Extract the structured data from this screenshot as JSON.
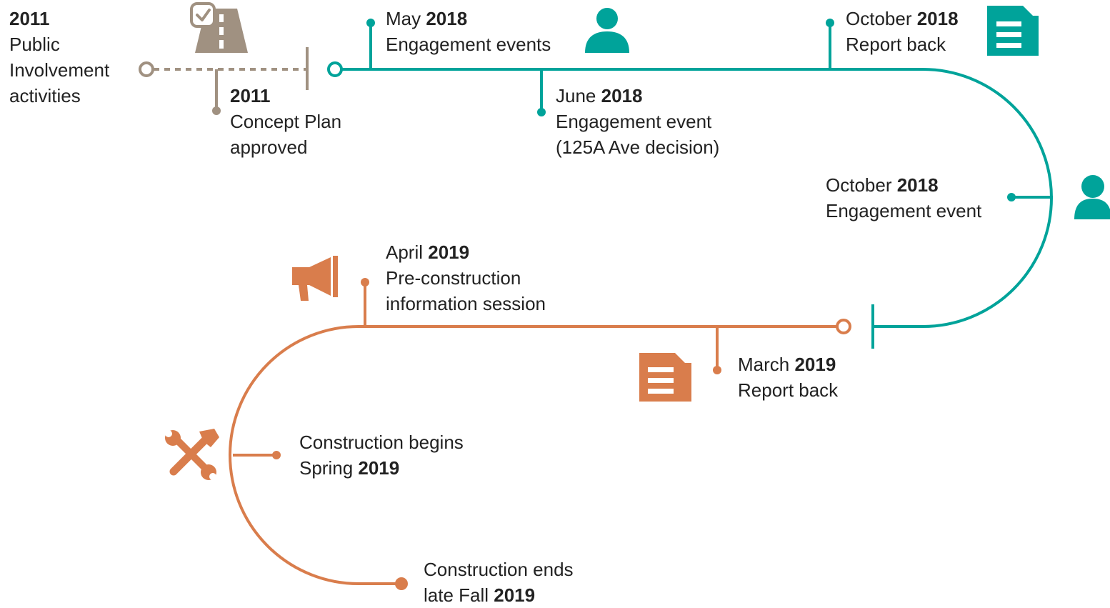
{
  "colors": {
    "grey": "#a09181",
    "teal": "#00a39a",
    "orange": "#d97d4c",
    "text": "#222222"
  },
  "milestones": [
    {
      "id": "public-involvement",
      "prefix": "",
      "year": "2011",
      "lines": [
        "Public",
        "Involvement",
        "activities"
      ]
    },
    {
      "id": "concept-plan",
      "prefix": "",
      "year": "2011",
      "lines": [
        "Concept Plan",
        "approved"
      ]
    },
    {
      "id": "may-2018",
      "prefix": "May ",
      "year": "2018",
      "lines": [
        "Engagement events"
      ]
    },
    {
      "id": "june-2018",
      "prefix": "June ",
      "year": "2018",
      "lines": [
        "Engagement event",
        "(125A Ave decision)"
      ]
    },
    {
      "id": "october-2018-report",
      "prefix": "October ",
      "year": "2018",
      "lines": [
        "Report back"
      ]
    },
    {
      "id": "october-2018-event",
      "prefix": "October ",
      "year": "2018",
      "lines": [
        "Engagement event"
      ]
    },
    {
      "id": "march-2019",
      "prefix": "March ",
      "year": "2019",
      "lines": [
        "Report back"
      ]
    },
    {
      "id": "april-2019",
      "prefix": "April ",
      "year": "2019",
      "lines": [
        "Pre-construction",
        "information session"
      ]
    },
    {
      "id": "construction-begins",
      "lines": [
        "Construction begins"
      ],
      "last_prefix": "Spring ",
      "last_year": "2019"
    },
    {
      "id": "construction-ends",
      "lines": [
        "Construction ends"
      ],
      "last_prefix": "late Fall ",
      "last_year": "2019"
    }
  ],
  "icons": [
    "road-check-icon",
    "person-icon",
    "report-document-icon",
    "person-icon",
    "report-document-icon",
    "megaphone-icon",
    "tools-icon"
  ]
}
